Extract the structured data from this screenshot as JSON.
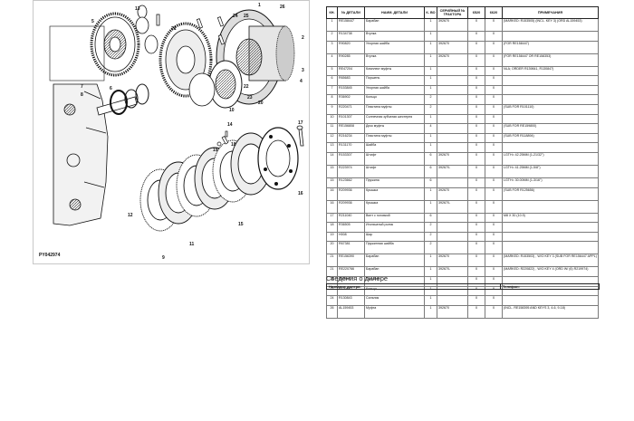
{
  "diagram": {
    "figure_id": "PY042974",
    "callouts": [
      "1",
      "2",
      "3",
      "4",
      "5",
      "6",
      "7",
      "8",
      "9",
      "10",
      "11",
      "12",
      "13",
      "14",
      "15",
      "16",
      "17",
      "18",
      "19",
      "20",
      "21",
      "22",
      "23",
      "24",
      "25",
      "26"
    ]
  },
  "table": {
    "headers": [
      "КН.",
      "№ ДЕТАЛИ",
      "НАИМ. ДЕТАЛИ",
      "К- ВО",
      "СЕРИЙНЫЙ № ТРАКТОРА",
      "6520",
      "6620",
      "ПРИМЕЧАНИЯ"
    ],
    "rows": [
      [
        "1",
        "RE158447",
        "Барабан",
        "1",
        "392670",
        "X",
        "X",
        "(MARKED: R153505) (INCL. KEY 3) (ORD AL159453)"
      ],
      [
        "2",
        "R134738",
        "Втулка",
        "1",
        "",
        "X",
        "X",
        ""
      ],
      [
        "3",
        "R90820",
        "Упорная шайба",
        "1",
        "392670",
        "X",
        "X",
        "(FOR RE158447)"
      ],
      [
        "4",
        "R90285",
        "Втулка",
        "1",
        "392670",
        "X",
        "X",
        "(FOR RE158447 OR RE158353)"
      ],
      [
        "5",
        "RE47204",
        "Комплект муфты",
        "1",
        "",
        "X",
        "X",
        "NLA; ORDER R139841, R130847)"
      ],
      [
        "6",
        "R65683",
        "Поршень",
        "1",
        "",
        "X",
        "X",
        ""
      ],
      [
        "7",
        "R153845",
        "Упорная шайба",
        "1",
        "",
        "X",
        "X",
        ""
      ],
      [
        "8",
        "R36902",
        "Кольцо",
        "2",
        "",
        "X",
        "X",
        ""
      ],
      [
        "9",
        "R220471",
        "Пластина муфты",
        "2",
        "",
        "X",
        "X",
        "(SUB FOR R101110)"
      ],
      [
        "10",
        "R101307",
        "Солнечная зубчатая шестерня",
        "1",
        "",
        "X",
        "X",
        ""
      ],
      [
        "11",
        "RE156808",
        "Диск муфты",
        "4",
        "",
        "X",
        "X",
        "(SUB FOR RE159800)"
      ],
      [
        "12",
        "R216234",
        "Пластина муфты",
        "1",
        "",
        "X",
        "X",
        "(SUB FOR R118894)"
      ],
      [
        "13",
        "R131170",
        "Шайба",
        "1",
        "",
        "X",
        "X",
        ""
      ],
      [
        "14",
        "R153307",
        "Штифт",
        "6",
        "392670",
        "X",
        "X",
        "LGTH= 42.25MM (1-21/32\")"
      ],
      [
        "15",
        "R223974",
        "Штифт",
        "6",
        "392670-",
        "X",
        "X",
        "LGTH= 41.25MM (1-5/8\")"
      ],
      [
        "15",
        "R123662",
        "Пружина",
        "6",
        "",
        "X",
        "X",
        "LGTH= 30.00MM (1-3/16\")"
      ],
      [
        "16",
        "R209936",
        "Крышка",
        "1",
        "392670",
        "X",
        "X",
        "(SUB FOR R125656)"
      ],
      [
        "16",
        "R209936",
        "Крышка",
        "1",
        "392670-",
        "X",
        "X",
        ""
      ],
      [
        "17",
        "R211040",
        "Винт с головкой",
        "6",
        "",
        "X",
        "X",
        "M8 X 30 (10.9)"
      ],
      [
        "18",
        "R36505",
        "Игольчатый ролик",
        "2",
        "",
        "X",
        "X",
        ""
      ],
      [
        "19",
        "H008",
        "Шар",
        "2",
        "",
        "X",
        "X",
        ""
      ],
      [
        "20",
        "R67381",
        "Пружинная шайба",
        "2",
        "",
        "X",
        "X",
        ""
      ],
      [
        "21",
        "RE156390",
        "Барабан",
        "1",
        "392670",
        "X",
        "X",
        "(MARKED: R153503) , W/O KEY 3 (SUB FOR RE156447 APPL)"
      ],
      [
        "21",
        "RE220766",
        "Барабан",
        "1",
        "392670-",
        "X",
        "X",
        "(MARKED: R220822) , W/O KEY 4 (ORD W/ (6) R219974)"
      ],
      [
        "22",
        "R130477",
        "Поршень",
        "1",
        "",
        "X",
        "X",
        ""
      ],
      [
        "23",
        "R130842",
        "Кольцо",
        "1",
        "",
        "X",
        "X",
        ""
      ],
      [
        "24",
        "R130843",
        "Сальник",
        "1",
        "",
        "X",
        "X",
        ""
      ],
      [
        "26",
        "AL159453",
        "Муфта",
        "1",
        "392670",
        "X",
        "X",
        "(INCL. RE158395 AND KEYS 3, 4-6, 9-18)"
      ]
    ]
  },
  "dealer": {
    "title": "Сведения о дилере",
    "name_label": "Название дилера:",
    "phone_label": "Телефон:"
  }
}
